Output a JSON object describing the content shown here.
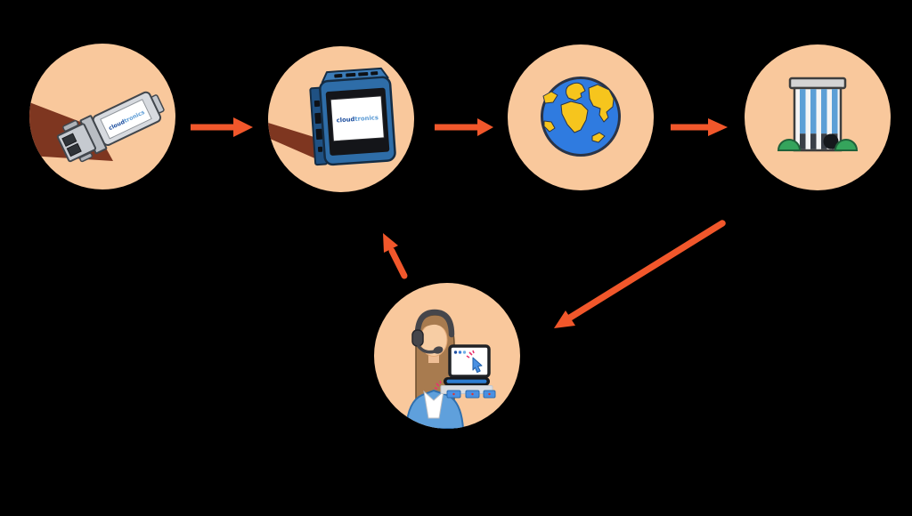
{
  "diagram": {
    "logo": {
      "part1": "cloud",
      "part2": "tronics"
    },
    "nodes": [
      {
        "id": "sfp-transceiver",
        "icon": "sfp-transceiver-icon",
        "description": "fiber optic SFP transceiver module with cloudtronics label"
      },
      {
        "id": "cloudtronics-device",
        "icon": "cloudtronics-device-icon",
        "description": "blue edge device with touchscreen showing cloudtronics logo"
      },
      {
        "id": "globe",
        "icon": "globe-icon",
        "description": "earth globe (internet)"
      },
      {
        "id": "office-building",
        "icon": "office-building-icon",
        "description": "striped office building with green bushes"
      },
      {
        "id": "support-agent",
        "icon": "support-agent-icon",
        "description": "support agent with headset working on laptop"
      }
    ],
    "connections": [
      {
        "from": "sfp-transceiver",
        "to": "cloudtronics-device"
      },
      {
        "from": "cloudtronics-device",
        "to": "globe"
      },
      {
        "from": "globe",
        "to": "office-building"
      },
      {
        "from": "office-building",
        "to": "support-agent"
      },
      {
        "from": "support-agent",
        "to": "cloudtronics-device"
      }
    ],
    "colors": {
      "background": "#000000",
      "node_circle": "#F9C89C",
      "arrow": "#F1572B",
      "cast_shadow": "#7E3620",
      "device_blue": "#2E6DA8",
      "globe_ocean": "#2F7BE0",
      "globe_land": "#F6C51D",
      "building_stripe_blue": "#5C9FD6",
      "bush_green": "#35A45C",
      "logo_dark_blue": "#1D4E9E",
      "logo_light_blue": "#5B9BD5"
    }
  }
}
